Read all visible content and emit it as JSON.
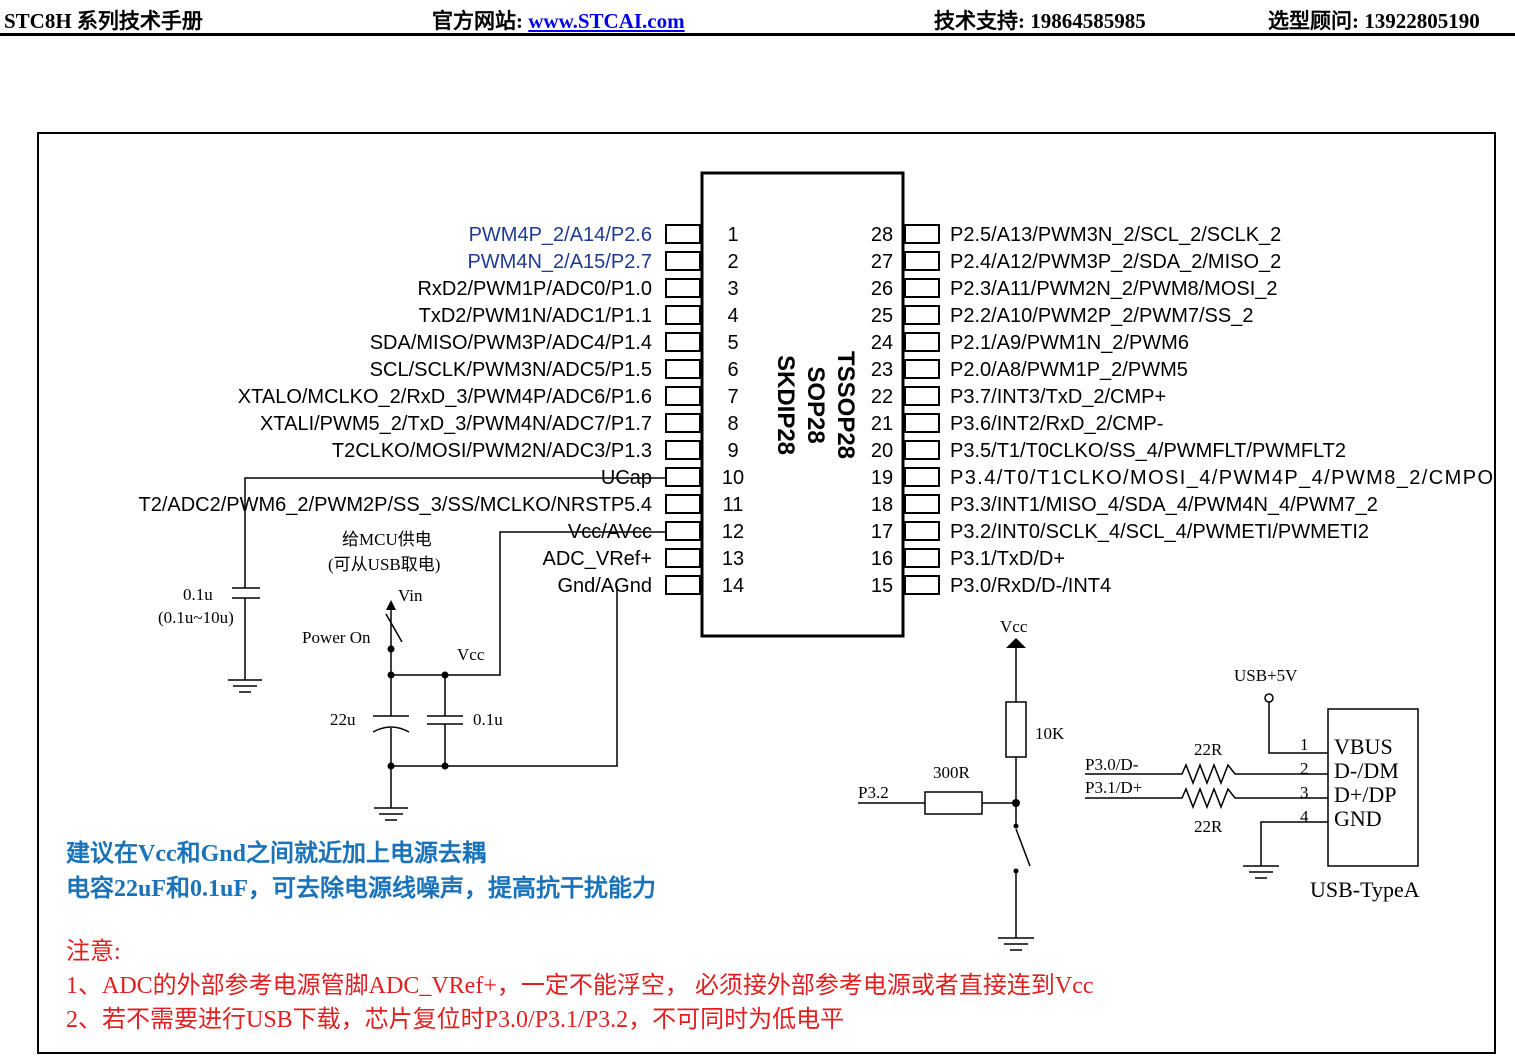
{
  "header": {
    "title": "STC8H 系列技术手册",
    "site_label": "官方网站: ",
    "site_url": "www.STCAI.com",
    "support": "技术支持: 19864585985",
    "consult": "选型顾问: 13922805190"
  },
  "chip": {
    "packages": [
      "TSSOP28",
      "SOP28",
      "SKDIP28"
    ],
    "left_pins": [
      {
        "num": "1",
        "label": "PWM4P_2/A14/P2.6"
      },
      {
        "num": "2",
        "label": "PWM4N_2/A15/P2.7"
      },
      {
        "num": "3",
        "label": "RxD2/PWM1P/ADC0/P1.0"
      },
      {
        "num": "4",
        "label": "TxD2/PWM1N/ADC1/P1.1"
      },
      {
        "num": "5",
        "label": "SDA/MISO/PWM3P/ADC4/P1.4"
      },
      {
        "num": "6",
        "label": "SCL/SCLK/PWM3N/ADC5/P1.5"
      },
      {
        "num": "7",
        "label": "XTALO/MCLKO_2/RxD_3/PWM4P/ADC6/P1.6"
      },
      {
        "num": "8",
        "label": "XTALI/PWM5_2/TxD_3/PWM4N/ADC7/P1.7"
      },
      {
        "num": "9",
        "label": "T2CLKO/MOSI/PWM2N/ADC3/P1.3"
      },
      {
        "num": "10",
        "label": "UCap"
      },
      {
        "num": "11",
        "label": "T2/ADC2/PWM6_2/PWM2P/SS_3/SS/MCLKO/NRSTP5.4"
      },
      {
        "num": "12",
        "label": "Vcc/AVcc"
      },
      {
        "num": "13",
        "label": "ADC_VRef+"
      },
      {
        "num": "14",
        "label": "Gnd/AGnd"
      }
    ],
    "right_pins": [
      {
        "num": "28",
        "label": "P2.5/A13/PWM3N_2/SCL_2/SCLK_2"
      },
      {
        "num": "27",
        "label": "P2.4/A12/PWM3P_2/SDA_2/MISO_2"
      },
      {
        "num": "26",
        "label": "P2.3/A11/PWM2N_2/PWM8/MOSI_2"
      },
      {
        "num": "25",
        "label": "P2.2/A10/PWM2P_2/PWM7/SS_2"
      },
      {
        "num": "24",
        "label": "P2.1/A9/PWM1N_2/PWM6"
      },
      {
        "num": "23",
        "label": "P2.0/A8/PWM1P_2/PWM5"
      },
      {
        "num": "22",
        "label": "P3.7/INT3/TxD_2/CMP+"
      },
      {
        "num": "21",
        "label": "P3.6/INT2/RxD_2/CMP-"
      },
      {
        "num": "20",
        "label": "P3.5/T1/T0CLKO/SS_4/PWMFLT/PWMFLT2"
      },
      {
        "num": "19",
        "label": "P3.4/T0/T1CLKO/MOSI_4/PWM4P_4/PWM8_2/CMPO"
      },
      {
        "num": "18",
        "label": "P3.3/INT1/MISO_4/SDA_4/PWM4N_4/PWM7_2"
      },
      {
        "num": "17",
        "label": "P3.2/INT0/SCLK_4/SCL_4/PWMETI/PWMETI2"
      },
      {
        "num": "16",
        "label": "P3.1/TxD/D+"
      },
      {
        "num": "15",
        "label": "P3.0/RxD/D-/INT4"
      }
    ]
  },
  "power": {
    "mcu_supply": "给MCU供电",
    "from_usb": "(可从USB取电)",
    "vin": "Vin",
    "power_on": "Power On",
    "vcc": "Vcc",
    "cap_big": "22u",
    "cap_small": "0.1u",
    "ucap_value": "0.1u",
    "ucap_range": "(0.1u~10u)"
  },
  "reset": {
    "vcc": "Vcc",
    "r_pullup": "10K",
    "r_series": "300R",
    "p32": "P3.2"
  },
  "usb": {
    "usb5v": "USB+5V",
    "r1": "22R",
    "r2": "22R",
    "p30": "P3.0/D-",
    "p31": "P3.1/D+",
    "pins": [
      {
        "num": "1",
        "label": "VBUS"
      },
      {
        "num": "2",
        "label": "D-/DM"
      },
      {
        "num": "3",
        "label": "D+/DP"
      },
      {
        "num": "4",
        "label": "GND"
      }
    ],
    "title": "USB-TypeA"
  },
  "notes": {
    "advice1": "建议在Vcc和Gnd之间就近加上电源去耦",
    "advice2": "电容22uF和0.1uF，可去除电源线噪声，提高抗干扰能力",
    "note_title": "注意:",
    "note1": "1、ADC的外部参考电源管脚ADC_VRef+，一定不能浮空，   必须接外部参考电源或者直接连到Vcc",
    "note2": "2、若不需要进行USB下载，芯片复位时P3.0/P3.1/P3.2，不可同时为低电平"
  },
  "colors": {
    "left_pin_label_blue": "#1f3a93",
    "advice_blue": "#1a73b8",
    "note_red": "#e02020",
    "link_blue": "#0000ee"
  }
}
